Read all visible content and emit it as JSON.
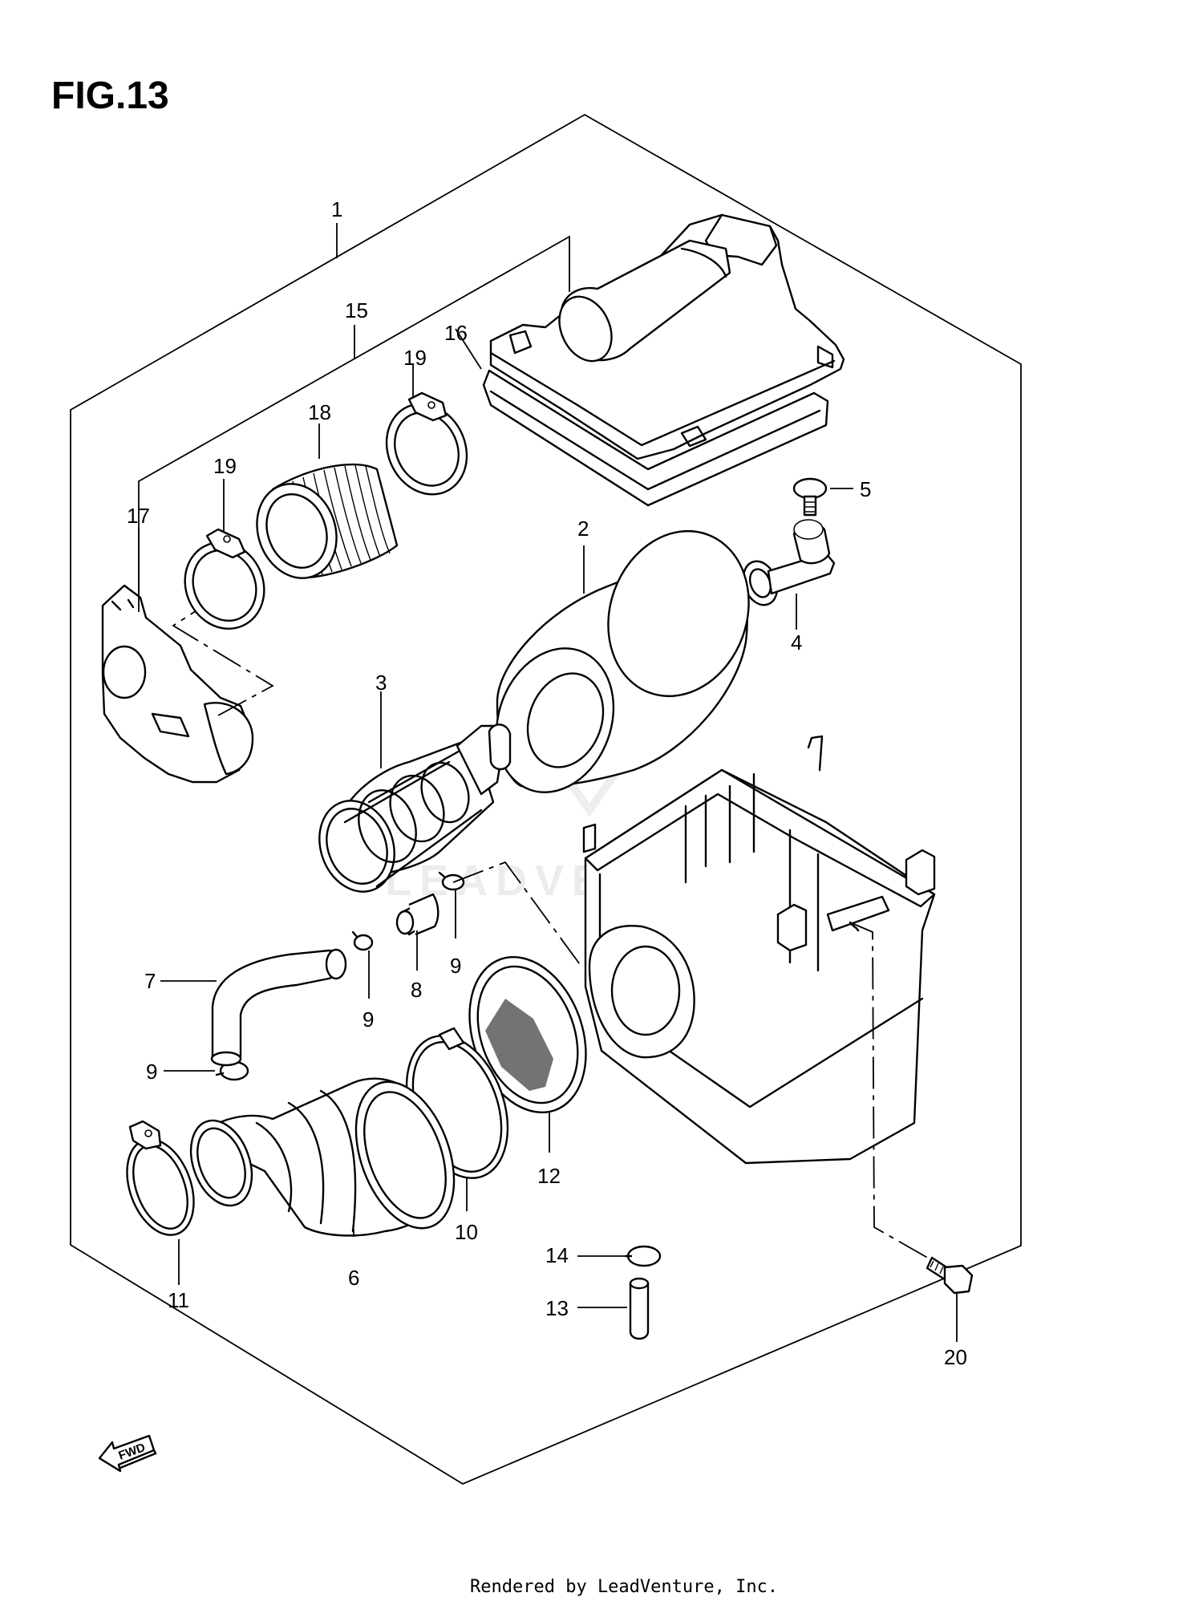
{
  "figure": {
    "title": "FIG.13",
    "fwd_label": "FWD",
    "watermark": "LEADVENTURE",
    "footer": "Rendered by LeadVenture, Inc."
  },
  "callouts": {
    "c1": "1",
    "c2": "2",
    "c3": "3",
    "c4": "4",
    "c5": "5",
    "c6": "6",
    "c7": "7",
    "c8": "8",
    "c9a": "9",
    "c9b": "9",
    "c9c": "9",
    "c10": "10",
    "c11": "11",
    "c12": "12",
    "c13": "13",
    "c14": "14",
    "c15": "15",
    "c16": "16",
    "c17": "17",
    "c18": "18",
    "c19a": "19",
    "c19b": "19",
    "c20": "20"
  },
  "icons": {
    "fwd": "fwd-arrow-icon",
    "watermark_logo": "leadventure-logo-icon"
  }
}
